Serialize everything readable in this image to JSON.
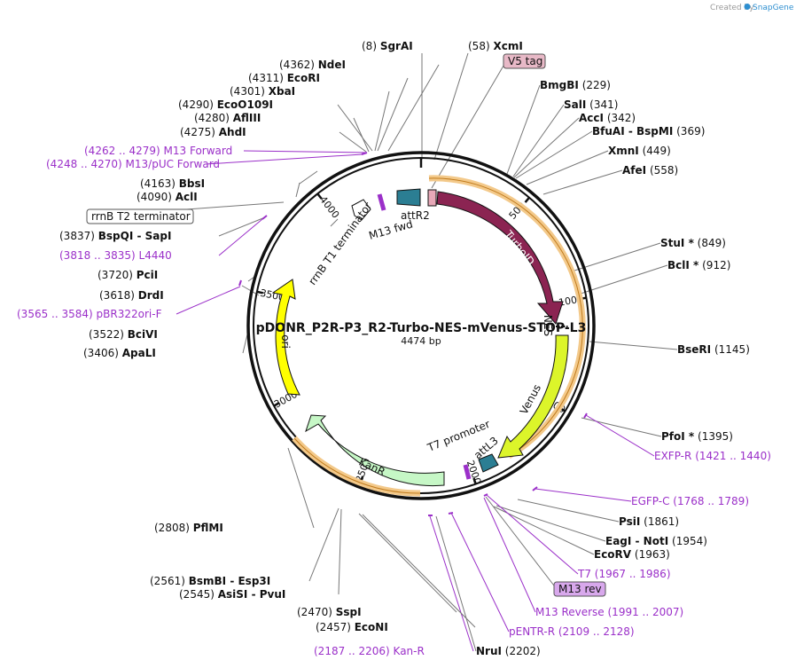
{
  "app": {
    "credit_prefix": "Created by",
    "credit_brand": "SnapGene"
  },
  "plasmid": {
    "name": "pDONR_P2R-P3_R2-Turbo-NES-mVenus-STOP-L3",
    "length_label": "4474 bp"
  },
  "colors": {
    "turboid": "#8b2452",
    "venus": "#dcf52a",
    "kanr": "#c6f7c6",
    "ori": "#ffff00",
    "att": "#2b7e93",
    "highlight": "#f0c890",
    "primer": "#9b30c9",
    "primer_box": "#d8a8ec",
    "v5_box": "#e8b9c7"
  },
  "ticks": [
    {
      "bp": 500,
      "label": "500"
    },
    {
      "bp": 1000,
      "label": "1000"
    },
    {
      "bp": 1500,
      "label": "1500"
    },
    {
      "bp": 2000,
      "label": "2000"
    },
    {
      "bp": 2500,
      "label": "2500"
    },
    {
      "bp": 3000,
      "label": "3000"
    },
    {
      "bp": 3500,
      "label": "3500"
    },
    {
      "bp": 4000,
      "label": "4000"
    }
  ],
  "features": [
    {
      "name": "TurboID",
      "label": "TurboID"
    },
    {
      "name": "NES",
      "label": "NES"
    },
    {
      "name": "Venus",
      "label": "Venus"
    },
    {
      "name": "attL3",
      "label": "attL3"
    },
    {
      "name": "T7 promoter",
      "label": "T7 promoter"
    },
    {
      "name": "KanR",
      "label": "KanR"
    },
    {
      "name": "ori",
      "label": "ori"
    },
    {
      "name": "rrnB T1 terminator",
      "label": "rrnB T1 terminator"
    },
    {
      "name": "M13 fwd",
      "label": "M13 fwd"
    },
    {
      "name": "attR2",
      "label": "attR2"
    }
  ],
  "labels": [
    {
      "id": "sgrai",
      "pos": "(8)",
      "name": "SgrAI",
      "kind": "enzyme"
    },
    {
      "id": "xcmi",
      "pos": "(58)",
      "name": "XcmI",
      "kind": "enzyme"
    },
    {
      "id": "v5tag",
      "pos": "",
      "name": "V5 tag",
      "kind": "feature"
    },
    {
      "id": "bmgbi",
      "pos": "(229)",
      "name": "BmgBI",
      "kind": "enzyme"
    },
    {
      "id": "sali",
      "pos": "(341)",
      "name": "SalI",
      "kind": "enzyme"
    },
    {
      "id": "acci",
      "pos": "(342)",
      "name": "AccI",
      "kind": "enzyme"
    },
    {
      "id": "bfuai",
      "pos": "(369)",
      "name": "BfuAI  -  BspMI",
      "kind": "enzyme"
    },
    {
      "id": "xmni",
      "pos": "(449)",
      "name": "XmnI",
      "kind": "enzyme"
    },
    {
      "id": "afei",
      "pos": "(558)",
      "name": "AfeI",
      "kind": "enzyme"
    },
    {
      "id": "stui",
      "pos": "(849)",
      "name": "StuI *",
      "kind": "enzyme"
    },
    {
      "id": "bcli",
      "pos": "(912)",
      "name": "BclI *",
      "kind": "enzyme"
    },
    {
      "id": "seri",
      "pos": "(1145)",
      "name": "BseRI",
      "kind": "enzyme"
    },
    {
      "id": "pfoi",
      "pos": "(1395)",
      "name": "PfoI *",
      "kind": "enzyme"
    },
    {
      "id": "exfpr",
      "pos": "(1421 .. 1440)",
      "name": "EXFP-R",
      "kind": "primer"
    },
    {
      "id": "egfpc",
      "pos": "(1768 .. 1789)",
      "name": "EGFP-C",
      "kind": "primer"
    },
    {
      "id": "psti",
      "pos": "(1861)",
      "name": "PsiI",
      "kind": "enzyme"
    },
    {
      "id": "eagi",
      "pos": "(1954)",
      "name": "EagI  -  NotI",
      "kind": "enzyme"
    },
    {
      "id": "ecorv",
      "pos": "(1963)",
      "name": "EcoRV",
      "kind": "enzyme"
    },
    {
      "id": "t7",
      "pos": "(1967 .. 1986)",
      "name": "T7",
      "kind": "primer"
    },
    {
      "id": "m13rev",
      "pos": "",
      "name": "M13 rev",
      "kind": "feature"
    },
    {
      "id": "m13reverse",
      "pos": "(1991 .. 2007)",
      "name": "M13 Reverse",
      "kind": "primer"
    },
    {
      "id": "pentrr",
      "pos": "(2109 .. 2128)",
      "name": "pENTR-R",
      "kind": "primer"
    },
    {
      "id": "nrui",
      "pos": "(2202)",
      "name": "NruI",
      "kind": "enzyme"
    },
    {
      "id": "kanrp",
      "pos": "(2187 .. 2206)",
      "name": "Kan-R",
      "kind": "primer"
    },
    {
      "id": "econi",
      "pos": "(2457)",
      "name": "EcoNI",
      "kind": "enzyme"
    },
    {
      "id": "sspi",
      "pos": "(2470)",
      "name": "SspI",
      "kind": "enzyme"
    },
    {
      "id": "asisi",
      "pos": "(2545)",
      "name": "AsiSI  -  PvuI",
      "kind": "enzyme"
    },
    {
      "id": "bsmbi",
      "pos": "(2561)",
      "name": "BsmBI  -  Esp3I",
      "kind": "enzyme"
    },
    {
      "id": "pflmi",
      "pos": "(2808)",
      "name": "PflMI",
      "kind": "enzyme"
    },
    {
      "id": "apali",
      "pos": "(3406)",
      "name": "ApaLI",
      "kind": "enzyme"
    },
    {
      "id": "bcivi",
      "pos": "(3522)",
      "name": "BciVI",
      "kind": "enzyme"
    },
    {
      "id": "pbr322",
      "pos": "(3565 .. 3584)",
      "name": "pBR322ori-F",
      "kind": "primer"
    },
    {
      "id": "drdi",
      "pos": "(3618)",
      "name": "DrdI",
      "kind": "enzyme"
    },
    {
      "id": "pcii",
      "pos": "(3720)",
      "name": "PciI",
      "kind": "enzyme"
    },
    {
      "id": "l4440",
      "pos": "(3818 .. 3835)",
      "name": "L4440",
      "kind": "primer"
    },
    {
      "id": "bspqi",
      "pos": "(3837)",
      "name": "BspQI  -  SapI",
      "kind": "enzyme"
    },
    {
      "id": "rrnbt2",
      "pos": "",
      "name": "rrnB T2 terminator",
      "kind": "feature"
    },
    {
      "id": "acli",
      "pos": "(4090)",
      "name": "AclI",
      "kind": "enzyme"
    },
    {
      "id": "bbsi",
      "pos": "(4163)",
      "name": "BbsI",
      "kind": "enzyme"
    },
    {
      "id": "m13puc",
      "pos": "(4248 .. 4270)",
      "name": "M13/pUC Forward",
      "kind": "primer"
    },
    {
      "id": "m13fwd",
      "pos": "(4262 .. 4279)",
      "name": "M13 Forward",
      "kind": "primer"
    },
    {
      "id": "ahdi",
      "pos": "(4275)",
      "name": "AhdI",
      "kind": "enzyme"
    },
    {
      "id": "aflii",
      "pos": "(4280)",
      "name": "AflIII",
      "kind": "enzyme"
    },
    {
      "id": "ecoo109i",
      "pos": "(4290)",
      "name": "EcoO109I",
      "kind": "enzyme"
    },
    {
      "id": "xbai",
      "pos": "(4301)",
      "name": "XbaI",
      "kind": "enzyme"
    },
    {
      "id": "ecori",
      "pos": "(4311)",
      "name": "EcoRI",
      "kind": "enzyme"
    },
    {
      "id": "ndei",
      "pos": "(4362)",
      "name": "NdeI",
      "kind": "enzyme"
    }
  ]
}
